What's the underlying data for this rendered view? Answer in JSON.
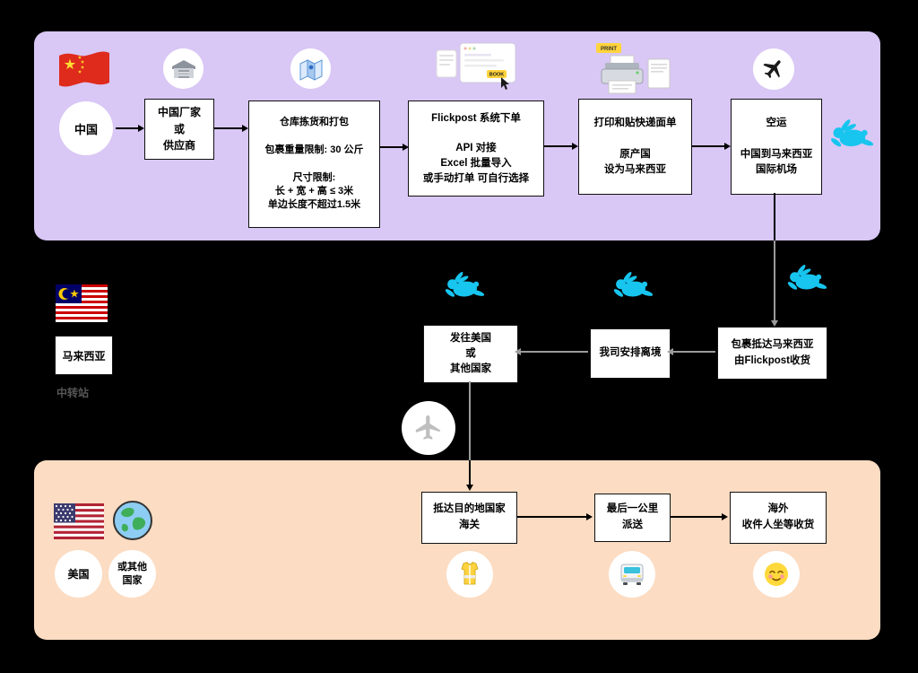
{
  "colors": {
    "background": "#000000",
    "china_band": "#d9c7f5",
    "overseas_band": "#fcdcc2",
    "rabbit": "#17c5ef",
    "arrow_dark": "#000000",
    "arrow_light": "#9b9b9b",
    "accent_yellow": "#ffd43d"
  },
  "china_section": {
    "country": "中国",
    "supplier": "中国厂家\n或\n供应商",
    "warehouse": "仓库拣货和打包\n\n包裹重量限制: 30 公斤\n\n尺寸限制:\n长 + 宽 + 高 ≤ 3米\n单边长度不超过1.5米",
    "flickpost": "Flickpost 系统下单\n\nAPI 对接\nExcel 批量导入\n或手动打单 可自行选择",
    "print": "打印和贴快递面单\n\n原产国\n设为马来西亚",
    "air": "空运\n\n中国到马来西亚\n国际机场",
    "book_button": "BOOK",
    "print_tag": "PRINT"
  },
  "malaysia_section": {
    "country": "马来西亚",
    "transit": "中转站",
    "arrival": "包裹抵达马来西亚\n由Flickpost收货",
    "departure": "我司安排离境",
    "forward": "发往美国\n或\n其他国家"
  },
  "overseas_section": {
    "usa": "美国",
    "other": "或其他\n国家",
    "customs": "抵达目的地国家\n海关",
    "last_mile": "最后一公里\n派送",
    "receiver": "海外\n收件人坐等收货"
  }
}
